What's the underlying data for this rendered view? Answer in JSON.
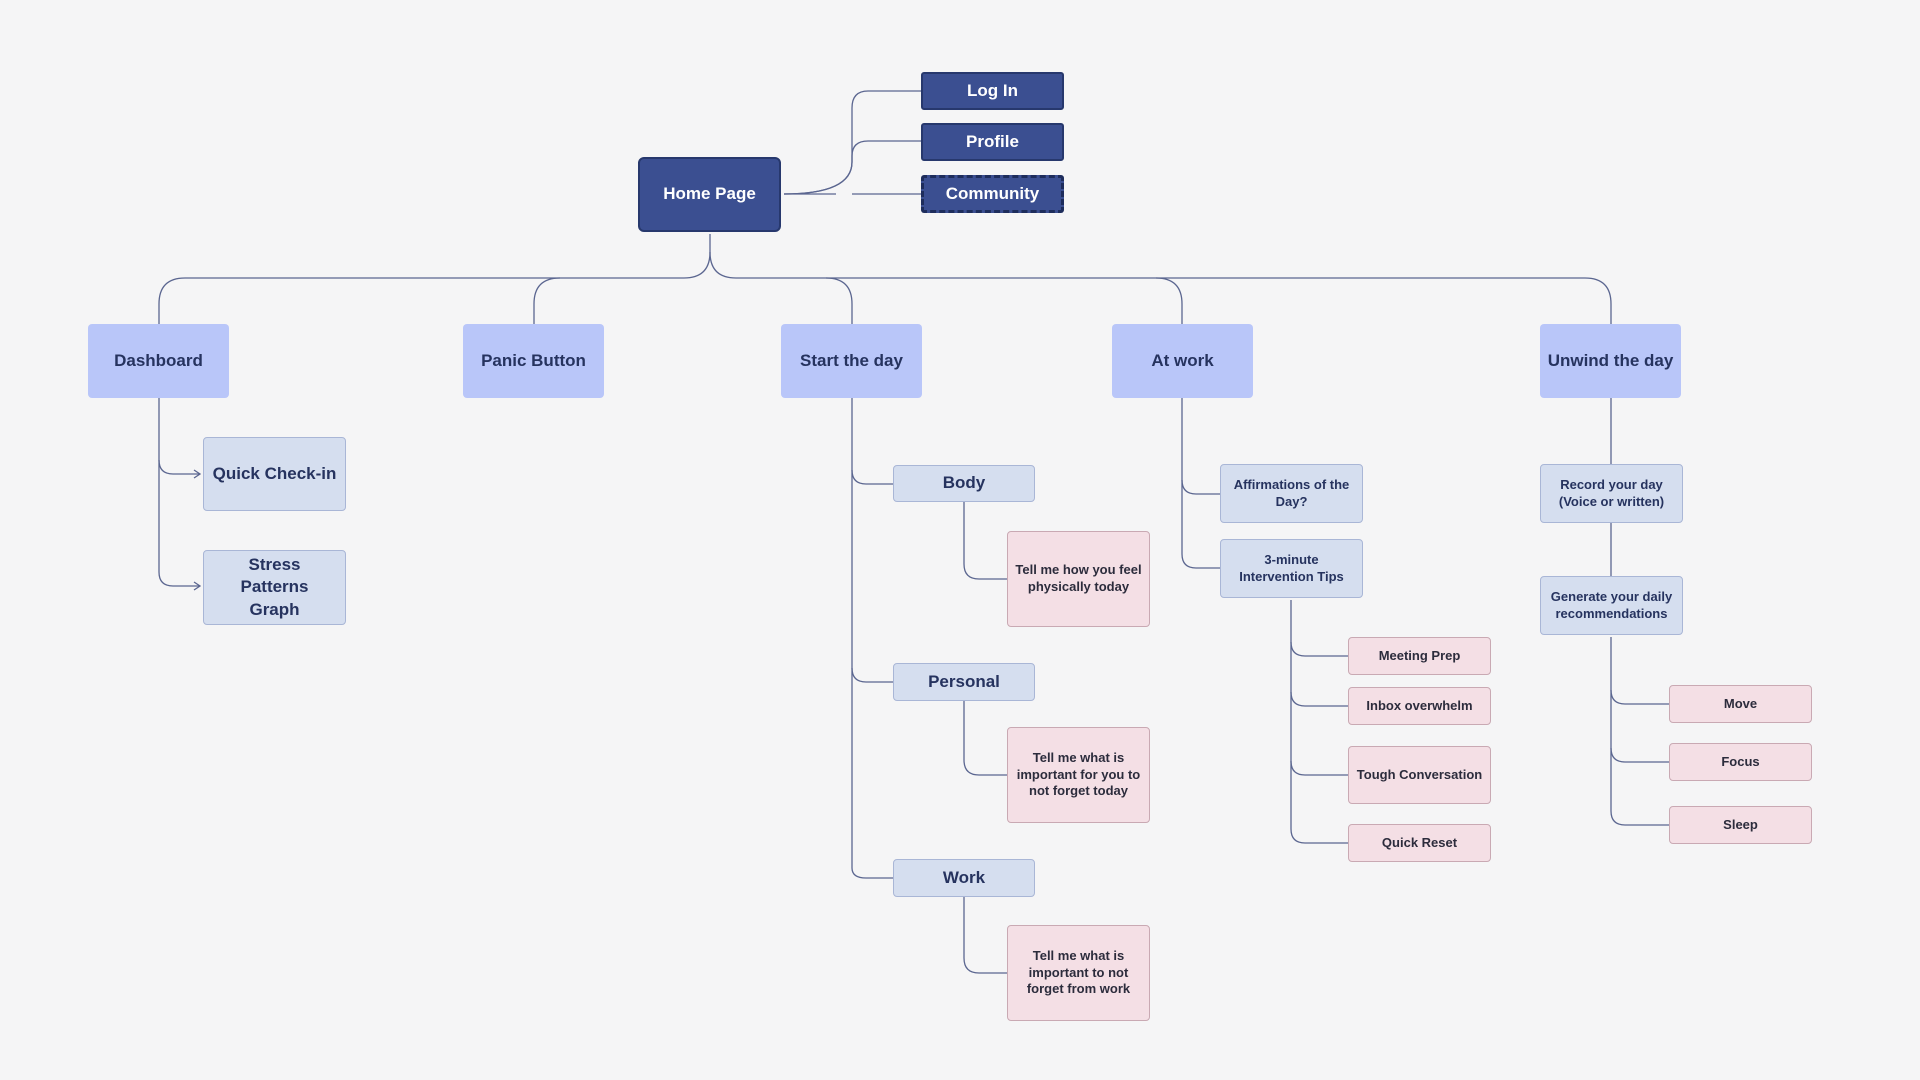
{
  "diagram": {
    "root": {
      "label": "Home Page"
    },
    "top_nodes": [
      {
        "label": "Log In",
        "style": "solid"
      },
      {
        "label": "Profile",
        "style": "solid"
      },
      {
        "label": "Community",
        "style": "dashed"
      }
    ],
    "sections": [
      {
        "label": "Dashboard",
        "children": [
          {
            "label": "Quick Check-in"
          },
          {
            "label": "Stress Patterns Graph"
          }
        ]
      },
      {
        "label": "Panic Button",
        "children": []
      },
      {
        "label": "Start the day",
        "children": [
          {
            "label": "Body",
            "children": [
              {
                "label": "Tell me how you feel physically today"
              }
            ]
          },
          {
            "label": "Personal",
            "children": [
              {
                "label": "Tell me what is important for you to not forget today"
              }
            ]
          },
          {
            "label": "Work",
            "children": [
              {
                "label": "Tell me what is important to not forget from work"
              }
            ]
          }
        ]
      },
      {
        "label": "At work",
        "children": [
          {
            "label": "Affirmations of the Day?"
          },
          {
            "label": "3-minute Intervention Tips",
            "children": [
              {
                "label": "Meeting Prep"
              },
              {
                "label": "Inbox overwhelm"
              },
              {
                "label": "Tough Conversation"
              },
              {
                "label": "Quick Reset"
              }
            ]
          }
        ]
      },
      {
        "label": "Unwind the day",
        "children": [
          {
            "label": "Record your day (Voice or written)"
          },
          {
            "label": "Generate your daily recommendations",
            "children": [
              {
                "label": "Move"
              },
              {
                "label": "Focus"
              },
              {
                "label": "Sleep"
              }
            ]
          }
        ]
      }
    ]
  },
  "colors": {
    "background": "#f5f5f6",
    "primary_node": "#3b4f91",
    "section_node": "#b9c6f9",
    "sub_node": "#d5deef",
    "leaf_node": "#f4dfe5",
    "connector": "#5b6690"
  }
}
